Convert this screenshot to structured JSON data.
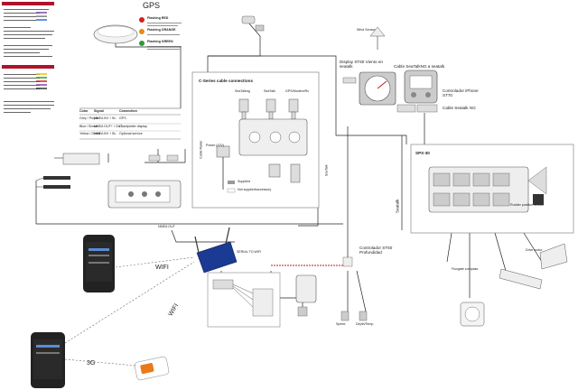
{
  "diagram": {
    "gps_label": "GPS",
    "status_leds": [
      {
        "title": "Flashing RED",
        "color": "#d62020"
      },
      {
        "title": "Flashing ORANGE",
        "color": "#e98a13"
      },
      {
        "title": "Flashing GREEN",
        "color": "#2a9b3c"
      }
    ],
    "ccables": {
      "title": "C-Series cable connections",
      "legend_supplied": "Supplied",
      "legend_not_supplied": "Not supplied/accessory",
      "cable_radar": "Cable Radar",
      "conn_gps": "GPS/Modem/Rx",
      "conn_seatalk": "SeaTalk",
      "conn_seatalkng": "SeaTalkng",
      "conn_power": "Power (12V)"
    },
    "nmea_table": {
      "headers": [
        "Color",
        "Signal",
        "Connection"
      ],
      "rows": [
        [
          "Grey / Purple",
          "NMEA IN+ / IN-",
          "GPS"
        ],
        [
          "Blue / Brown",
          "NMEA OUT+ / OUT-",
          "Chartplotter display"
        ],
        [
          "Yellow / Green",
          "NMEA IN+ / IN-",
          "Optional service"
        ]
      ]
    },
    "right": {
      "wind_sensor": "Wind Sensor",
      "display": "Display ST60 Viento en seatalk",
      "cable_seatalkng": "Cable SeaTalkNG a seatalk",
      "controller_st70": "Controlador iPhone ST70",
      "seatalkng_cable": "Cable Seatalk NG",
      "seatalk_vertical": "Seatalk",
      "spx_title": "SPX-30",
      "fluxgate_compass": "Fluxgate compass",
      "rudder_drive": "Drive motor",
      "rudder_sensor": "Rudder position sensor"
    },
    "middle": {
      "nmea_out": "NMEA OUT",
      "seatalk_label": "SeaTalk",
      "st60_depth": "Controlador ST60 Profundidad",
      "wifi_router": "SERIAL TO WIFI",
      "sensors": [
        "Speed",
        "Depth/Temp"
      ]
    },
    "phones": {
      "wifi_top": "WIFI",
      "wifi_mid": "WIFI",
      "threeg": "3G"
    }
  }
}
